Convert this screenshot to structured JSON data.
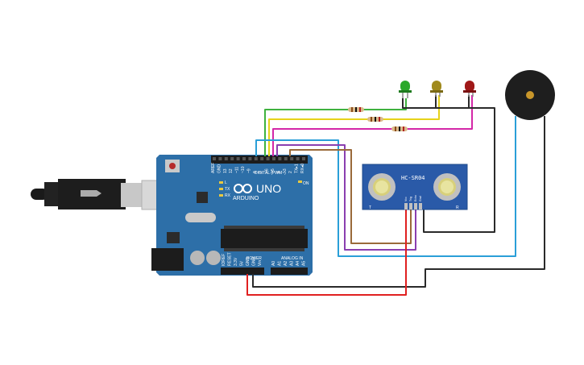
{
  "board": {
    "logo_text": "ARDUINO",
    "model_text": "UNO",
    "digital_label": "DIGITAL (PWM~)",
    "power_label": "POWER",
    "analog_label": "ANALOG IN",
    "pin_labels_top": [
      "AREF",
      "GND",
      "13",
      "12",
      "~11",
      "~10",
      "~9",
      "8",
      "7",
      "~6",
      "~5",
      "4",
      "~3",
      "2",
      "TX▸1",
      "RX◂0"
    ],
    "pin_labels_power": [
      "IOREF",
      "RESET",
      "3.3V",
      "5V",
      "GND",
      "GND",
      "Vin"
    ],
    "pin_labels_analog": [
      "A0",
      "A1",
      "A2",
      "A3",
      "A4",
      "A5"
    ],
    "led_labels": [
      "L",
      "TX",
      "RX"
    ],
    "on_label": "ON"
  },
  "sensor": {
    "model_text": "HC-SR04",
    "pin_labels": [
      "Vcc",
      "Trig",
      "Echo",
      "Gnd"
    ],
    "left_mark": "T",
    "right_mark": "R"
  },
  "leds": [
    {
      "color_name": "green",
      "color": "#2aa82a"
    },
    {
      "color_name": "yellow",
      "color": "#a08a1e"
    },
    {
      "color_name": "red",
      "color": "#a01818"
    }
  ],
  "wire_colors": {
    "green": "#3fb23f",
    "yellow": "#e6d21a",
    "magenta": "#d428a8",
    "blue": "#2a9fd8",
    "purple": "#8a3fb0",
    "brown": "#9a6a3a",
    "black": "#2a2a2a",
    "red": "#e02020"
  },
  "colors": {
    "board": "#2d6fa8",
    "sensor": "#2a5aa8",
    "buzzer": "#1e1e1e"
  }
}
